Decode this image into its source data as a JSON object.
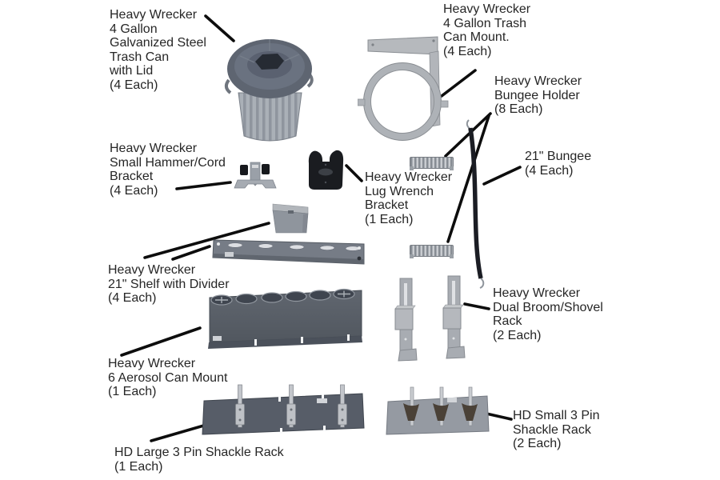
{
  "diagram": {
    "labels": {
      "trash_can": {
        "text": "Heavy Wrecker\n4 Gallon\nGalvanized Steel\nTrash Can\nwith Lid\n(4 Each)"
      },
      "trash_can_mount": {
        "text": "Heavy Wrecker\n4 Gallon Trash\nCan Mount.\n(4 Each)"
      },
      "bungee_holder": {
        "text": "Heavy Wrecker\nBungee Holder\n(8 Each)"
      },
      "bungee": {
        "text": "21\" Bungee\n(4 Each)"
      },
      "hammer_cord_bracket": {
        "text": "Heavy Wrecker\nSmall Hammer/Cord\nBracket\n(4 Each)"
      },
      "lug_wrench_bracket": {
        "text": "Heavy Wrecker\nLug Wrench\nBracket\n(1 Each)"
      },
      "shelf_with_divider": {
        "text": "Heavy Wrecker\n21\" Shelf with Divider\n(4 Each)"
      },
      "broom_shovel_rack": {
        "text": "Heavy Wrecker\nDual Broom/Shovel\nRack\n(2 Each)"
      },
      "aerosol_can_mount": {
        "text": "Heavy Wrecker\n6 Aerosol Can Mount\n(1 Each)"
      },
      "large_shackle_rack": {
        "text": "HD Large 3 Pin Shackle Rack\n(1 Each)"
      },
      "small_shackle_rack": {
        "text": "HD Small 3 Pin\nShackle Rack\n(2 Each)"
      }
    },
    "colors": {
      "background": "#ffffff",
      "label_text": "#262626",
      "leader_line": "#0d0d0d",
      "galvanized_light": "#b4b8bd",
      "galvanized_mid": "#9aa0a8",
      "steel_dark": "#5a6069",
      "black_part": "#1a1c20",
      "bungee_black": "#1b1d24"
    }
  }
}
